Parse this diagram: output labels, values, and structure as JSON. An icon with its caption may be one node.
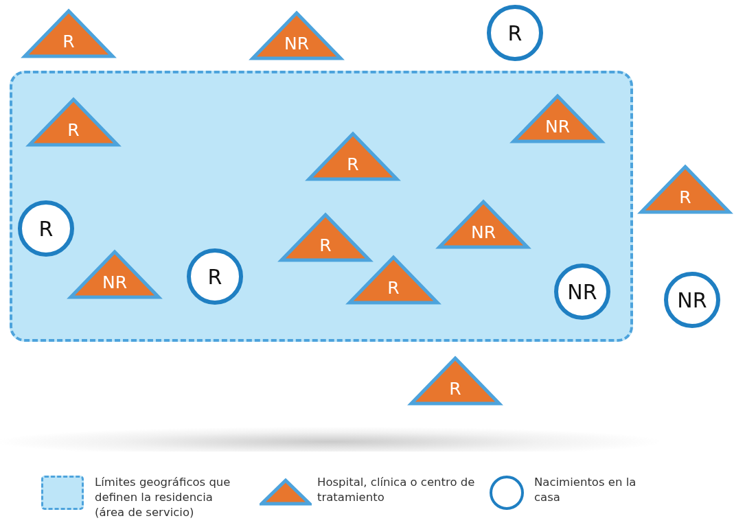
{
  "diagram": {
    "nodes": [
      {
        "text": [
          "R"
        ]
      },
      {
        "text": [
          "NR"
        ]
      },
      {
        "text": [
          "R"
        ]
      },
      {
        "text": [],
        "shape": "box"
      },
      {
        "text": [
          "R"
        ],
        "in": 3
      },
      {
        "text": [
          "NR"
        ],
        "in": 3
      },
      {
        "text": [
          "R"
        ],
        "in": 3
      },
      {
        "text": [
          "R"
        ]
      },
      {
        "text": [
          "R"
        ],
        "in": 3
      },
      {
        "text": [
          "NR"
        ],
        "in": 3
      },
      {
        "text": [
          "R"
        ],
        "in": 3
      },
      {
        "text": [
          "NR"
        ],
        "in": 3
      },
      {
        "text": [
          "R"
        ],
        "in": 3
      },
      {
        "text": [
          "R"
        ],
        "in": 3
      },
      {
        "text": [
          "NR"
        ],
        "in": 3
      },
      {
        "text": [
          "NR"
        ]
      },
      {
        "text": [
          "R"
        ]
      }
    ],
    "legend": [
      {
        "text": "Límites geográficos que definen la residencia (área de servicio)"
      },
      {
        "text": "Hospital, clínica o centro de tratamiento"
      },
      {
        "text": "Nacimientos en la casa"
      }
    ]
  }
}
